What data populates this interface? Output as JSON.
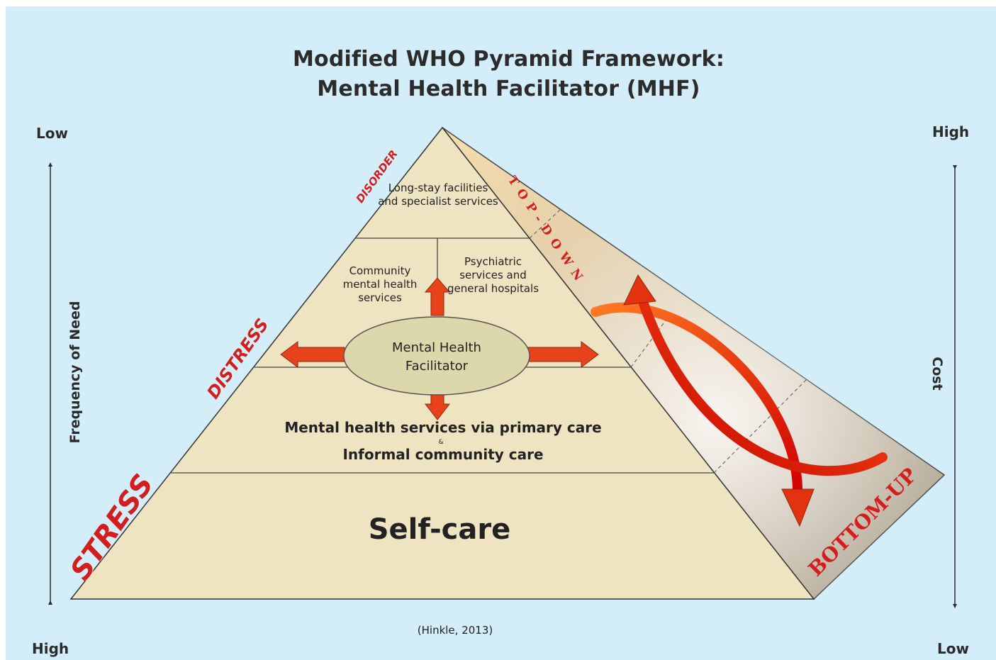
{
  "title": {
    "line1": "Modified WHO Pyramid Framework:",
    "line2": "Mental Health Facilitator (MHF)"
  },
  "left_axis": {
    "top": "Low",
    "bottom": "High",
    "label": "Frequency of Need"
  },
  "right_axis": {
    "top": "High",
    "bottom": "Low",
    "label": "Cost"
  },
  "levels": {
    "top": "Long-stay facilities and specialist services",
    "community": "Community mental health services",
    "psychiatric": "Psychiatric services and general hospitals",
    "center": "Mental Health Facilitator",
    "primary": "Mental health services via primary care",
    "and_symbol": "&",
    "informal": "Informal community care",
    "base": "Self-care"
  },
  "side_labels": {
    "disorder": "DISORDER",
    "distress": "DISTRESS",
    "stress": "STRESS",
    "top_down": "TOP-DOWN",
    "bottom_up": "BOTTOM-UP"
  },
  "citation": "(Hinkle, 2013)",
  "colors": {
    "background": "#d3eef9",
    "pyramid_face": "#efe4c1",
    "arrow_red": "#e8421a",
    "label_red": "#d21e1e",
    "ellipse_fill": "#dcd8ab"
  }
}
